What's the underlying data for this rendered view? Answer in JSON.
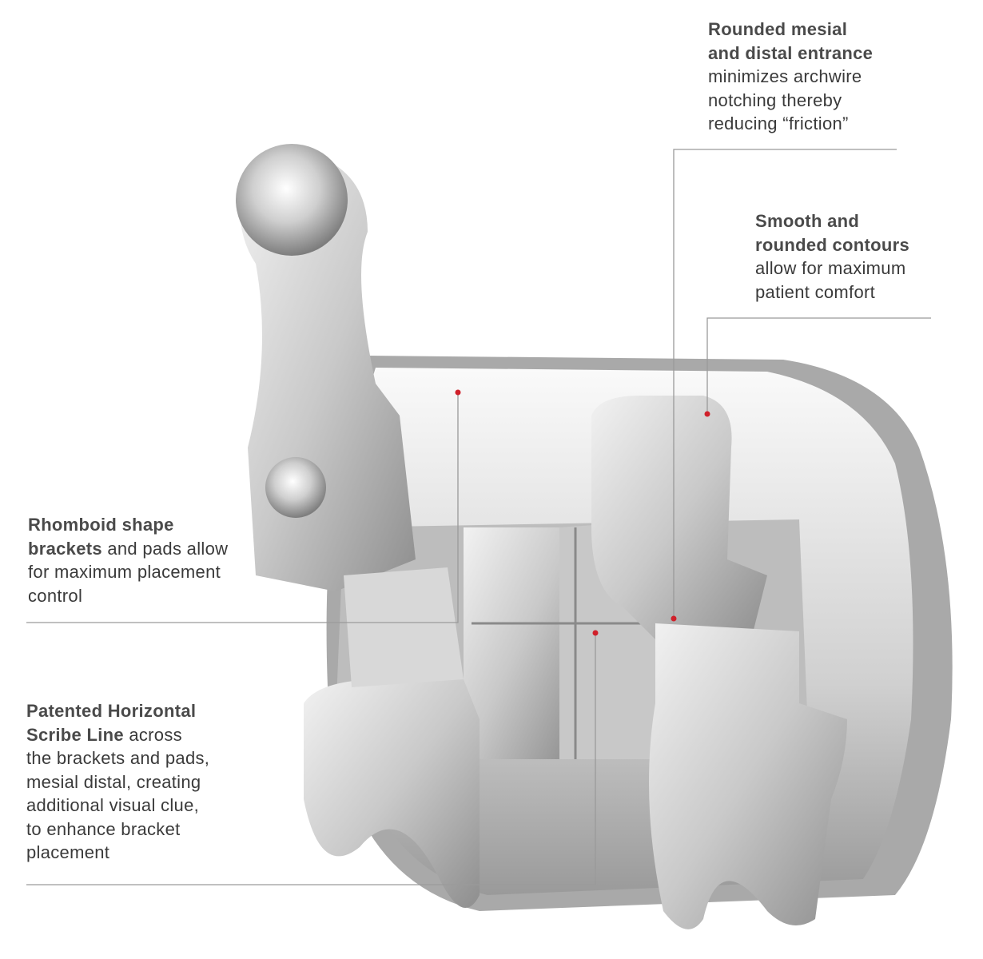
{
  "callouts": {
    "entrance": {
      "bold": [
        "Rounded mesial",
        "and distal entrance"
      ],
      "text": [
        "minimizes archwire",
        "notching thereby",
        "reducing “friction”"
      ]
    },
    "contours": {
      "bold": [
        "Smooth and",
        "rounded contours"
      ],
      "text": [
        "allow for maximum",
        "patient comfort"
      ]
    },
    "rhomboid": {
      "line1_bold": "Rhomboid shape",
      "line2_bold": "brackets",
      "line2_text": " and pads allow",
      "text": [
        "for maximum placement",
        "control"
      ]
    },
    "scribe": {
      "line1_bold": "Patented Horizontal",
      "line2_bold": "Scribe Line",
      "line2_text": " across",
      "text": [
        "the brackets and pads,",
        "mesial distal, creating",
        "additional visual clue,",
        "to enhance bracket",
        "placement"
      ]
    }
  },
  "colors": {
    "leader": "#9a9a9a",
    "dot": "#d0202a",
    "text": "#3a3a3a"
  }
}
